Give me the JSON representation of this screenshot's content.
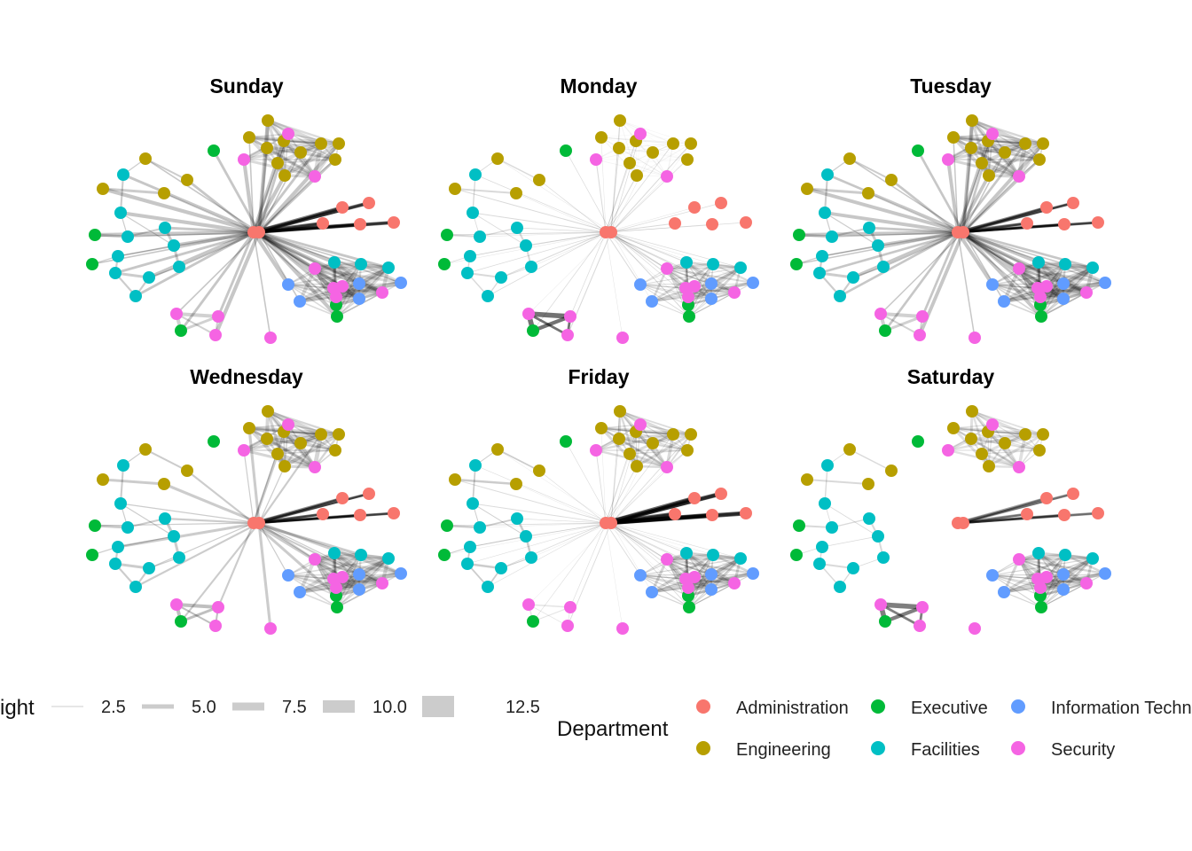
{
  "days": [
    "Sunday",
    "Monday",
    "Tuesday",
    "Wednesday",
    "Friday",
    "Saturday"
  ],
  "departments": [
    {
      "name": "Administration",
      "color": "#F8766D"
    },
    {
      "name": "Engineering",
      "color": "#B79F00"
    },
    {
      "name": "Executive",
      "color": "#00BA38"
    },
    {
      "name": "Facilities",
      "color": "#00BFC4"
    },
    {
      "name": "Information Techno",
      "color": "#619CFF"
    },
    {
      "name": "Security",
      "color": "#F564E3"
    }
  ],
  "legend": {
    "weight_title": "ight",
    "weight_values": [
      "2.5",
      "5.0",
      "7.5",
      "10.0",
      "12.5"
    ],
    "department_title": "Department"
  },
  "edge_color": "#000000",
  "weight_key_color": "#cccccc"
}
